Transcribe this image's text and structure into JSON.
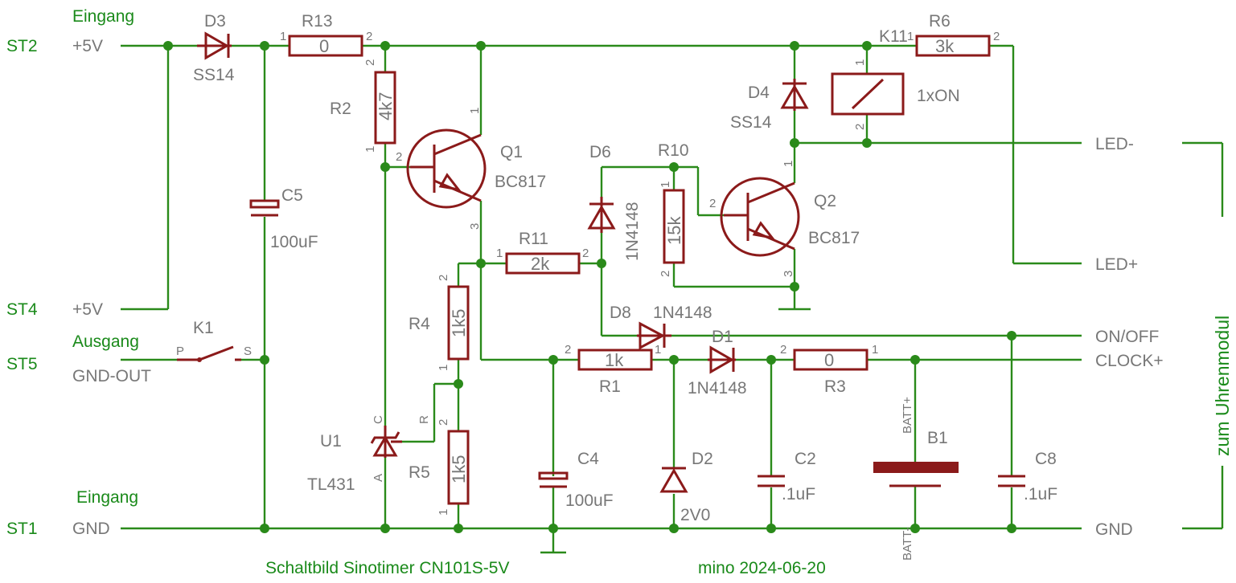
{
  "connectors": {
    "st2": "ST2",
    "st4": "ST4",
    "st5": "ST5",
    "st1": "ST1",
    "eingang_top": "Eingang",
    "ausgang": "Ausgang",
    "eingang_bottom": "Eingang",
    "v5_top": "+5V",
    "v5_mid": "+5V",
    "gnd_out": "GND-OUT",
    "gnd_in": "GND"
  },
  "parts": {
    "d3": {
      "ref": "D3",
      "value": "SS14"
    },
    "r13": {
      "ref": "R13",
      "value": "0"
    },
    "r2": {
      "ref": "R2",
      "value": "4k7"
    },
    "c5": {
      "ref": "C5",
      "value": "100uF"
    },
    "q1": {
      "ref": "Q1",
      "value": "BC817"
    },
    "k1": {
      "ref": "K1",
      "pin_p": "P",
      "pin_s": "S"
    },
    "r11": {
      "ref": "R11",
      "value": "2k"
    },
    "r4": {
      "ref": "R4",
      "value": "1k5"
    },
    "u1": {
      "ref": "U1",
      "value": "TL431",
      "pin_c": "C",
      "pin_r": "R",
      "pin_a": "A"
    },
    "r5": {
      "ref": "R5",
      "value": "1k5"
    },
    "d6": {
      "ref": "D6",
      "value": "1N4148"
    },
    "r10": {
      "ref": "R10",
      "value": "15k"
    },
    "q2": {
      "ref": "Q2",
      "value": "BC817"
    },
    "d4": {
      "ref": "D4",
      "value": "SS14"
    },
    "k11": {
      "ref": "K11",
      "value": "1xON"
    },
    "r6": {
      "ref": "R6",
      "value": "3k"
    },
    "d8": {
      "ref": "D8",
      "value": "1N4148"
    },
    "r1": {
      "ref": "R1",
      "value": "1k"
    },
    "d1": {
      "ref": "D1",
      "value": "1N4148"
    },
    "r3": {
      "ref": "R3",
      "value": "0"
    },
    "c4": {
      "ref": "C4",
      "value": "100uF"
    },
    "d2": {
      "ref": "D2",
      "value": "2V0"
    },
    "c2": {
      "ref": "C2",
      "value": ".1uF"
    },
    "b1": {
      "ref": "B1",
      "pin_plus": "BATT+",
      "pin_minus": "BATT-"
    },
    "c8": {
      "ref": "C8",
      "value": ".1uF"
    }
  },
  "pins": {
    "one": "1",
    "two": "2",
    "three": "3"
  },
  "outputs": {
    "led_minus": "LED-",
    "led_plus": "LED+",
    "on_off": "ON/OFF",
    "clock_plus": "CLOCK+",
    "gnd": "GND",
    "module": "zum Uhrenmodul"
  },
  "footer": {
    "title": "Schaltbild Sinotimer CN101S-5V",
    "author": "mino 2024-06-20"
  }
}
